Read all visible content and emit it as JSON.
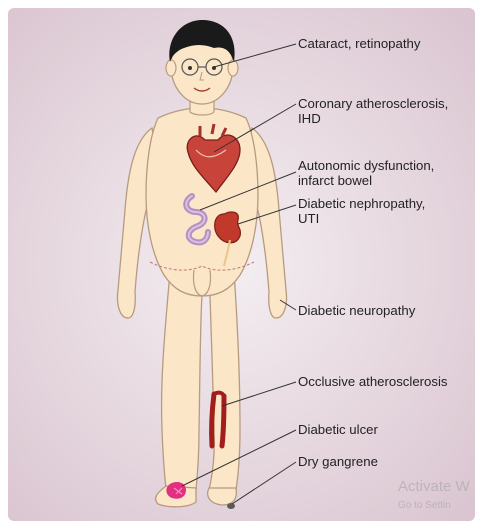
{
  "labels": [
    {
      "id": "cataract",
      "lines": [
        "Cataract, retinopathy"
      ]
    },
    {
      "id": "coronary",
      "lines": [
        "Coronary atherosclerosis,",
        "IHD"
      ]
    },
    {
      "id": "autonomic",
      "lines": [
        "Autonomic dysfunction,",
        "infarct bowel"
      ]
    },
    {
      "id": "nephropathy",
      "lines": [
        "Diabetic nephropathy,",
        "UTI"
      ]
    },
    {
      "id": "neuropathy",
      "lines": [
        "Diabetic neuropathy"
      ]
    },
    {
      "id": "occlusive",
      "lines": [
        "Occlusive atherosclerosis"
      ]
    },
    {
      "id": "ulcer",
      "lines": [
        "Diabetic ulcer"
      ]
    },
    {
      "id": "gangrene",
      "lines": [
        "Dry gangrene"
      ]
    }
  ],
  "watermark": {
    "line1": "Activate W",
    "line2": "Go to Settin"
  },
  "colors": {
    "skin": "#fbe6c8",
    "outline": "#b79a80",
    "hair": "#1a1a1a",
    "heart": "#b8322a",
    "intestine": "#b68fc2",
    "kidney": "#c0392b",
    "artery": "#a31d1d",
    "ulcer": "#e0307f",
    "gangrene": "#5a5a5a"
  }
}
